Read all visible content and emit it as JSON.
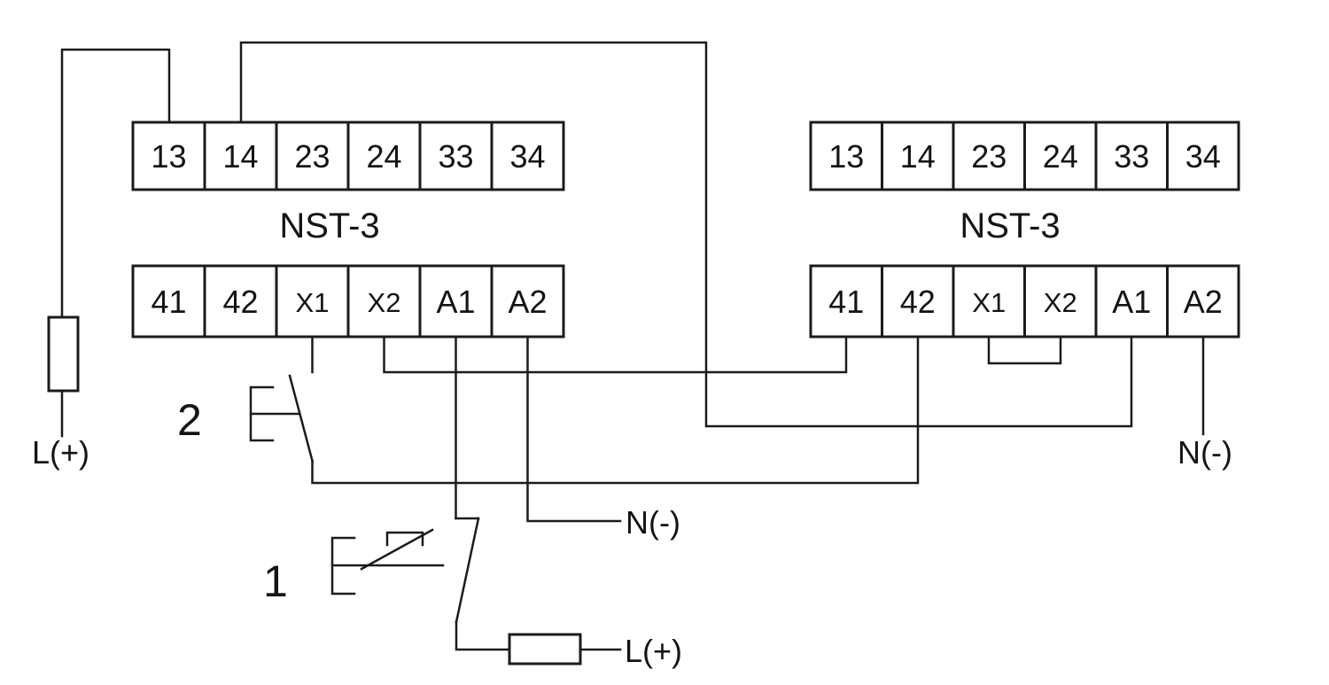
{
  "diagram": {
    "modules": [
      {
        "name": "NST-3",
        "top_terminals": [
          "13",
          "14",
          "23",
          "24",
          "33",
          "34"
        ],
        "bottom_terminals": [
          "41",
          "42",
          "X1",
          "X2",
          "A1",
          "A2"
        ]
      },
      {
        "name": "NST-3",
        "top_terminals": [
          "13",
          "14",
          "23",
          "24",
          "33",
          "34"
        ],
        "bottom_terminals": [
          "41",
          "42",
          "X1",
          "X2",
          "A1",
          "A2"
        ]
      }
    ],
    "labels": {
      "left_supply": "L(+)",
      "bottom_supply": "L(+)",
      "mid_neutral": "N(-)",
      "right_neutral": "N(-)",
      "switch_1": "1",
      "switch_2": "2"
    },
    "colors": {
      "line": "#1b1b1b",
      "background": "#ffffff"
    }
  }
}
